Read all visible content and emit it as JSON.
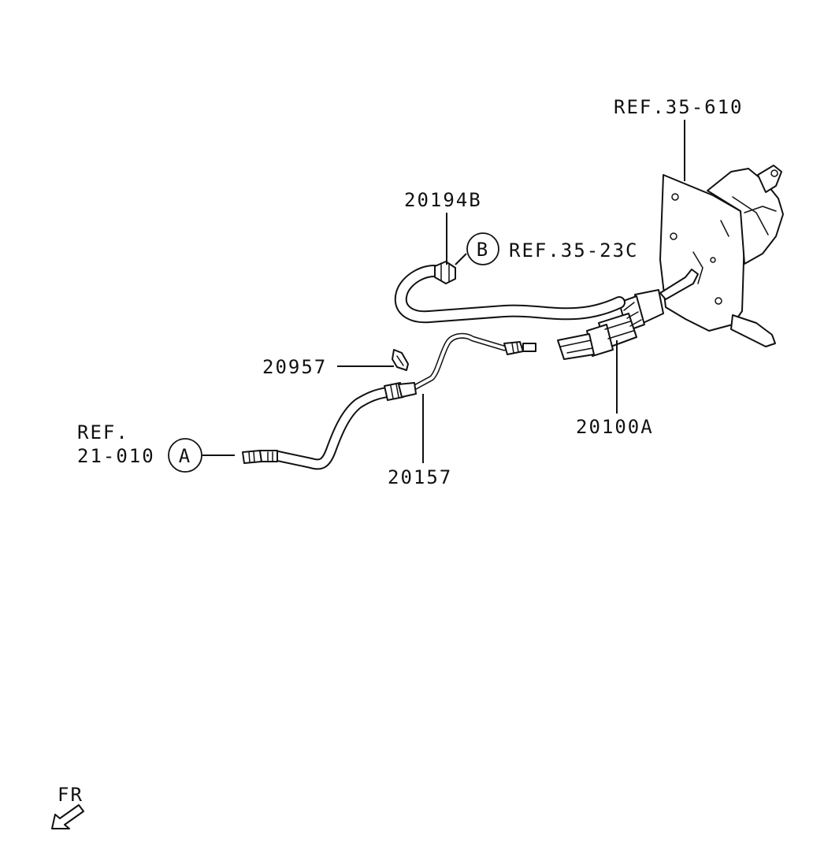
{
  "labels": {
    "ref_35_610": "REF.35-610",
    "part_20194b": "20194B",
    "ref_35_23c": "REF.35-23C",
    "part_20957": "20957",
    "part_20100a": "20100A",
    "ref_prefix": "REF.",
    "ref_21_010": "21-010",
    "part_20157": "20157",
    "direction": "FR"
  },
  "callouts": {
    "a": "A",
    "b": "B"
  },
  "icons": [
    "front-direction-arrow-icon",
    "callout-circle-a-icon",
    "callout-circle-b-icon"
  ]
}
